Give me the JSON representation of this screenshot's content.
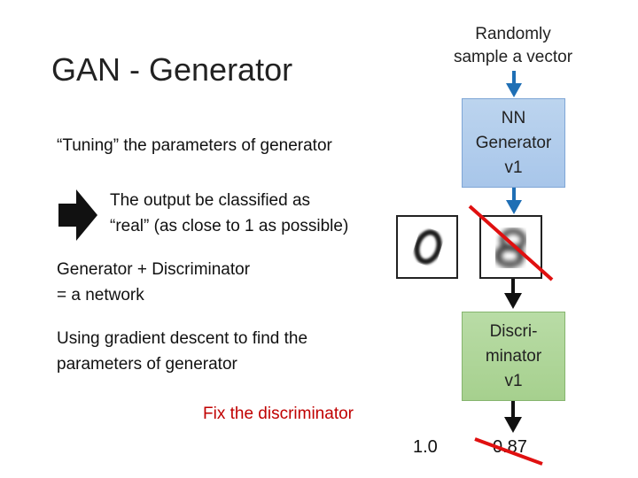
{
  "slide": {
    "title": "GAN - Generator",
    "sample_label_line1": "Randomly",
    "sample_label_line2": "sample a vector",
    "tuning_text": "“Tuning” the parameters of generator",
    "output_line1": "The output be classified as",
    "output_line2": "“real” (as close to 1 as possible)",
    "network_line1": "Generator + Discriminator",
    "network_line2": "= a network",
    "gradient_line1": "Using gradient descent to find the",
    "gradient_line2": "parameters of generator",
    "fix_label": "Fix the discriminator",
    "target_value": "1.0",
    "disc_score": "0.87"
  },
  "generator_box": {
    "line1": "NN",
    "line2": "Generator",
    "line3": "v1"
  },
  "discriminator_box": {
    "line1": "Discri-",
    "line2": "minator",
    "line3": "v1"
  },
  "colors": {
    "arrow_blue": "#1f6fb5",
    "arrow_black": "#111111",
    "cross_red": "#e01010",
    "fix_red": "#c00000",
    "generator_fill": "#a8c6ea",
    "discriminator_fill": "#a6d08e"
  },
  "icons": [
    "right-arrow-icon",
    "down-arrow-icon",
    "red-cross-line-icon"
  ]
}
